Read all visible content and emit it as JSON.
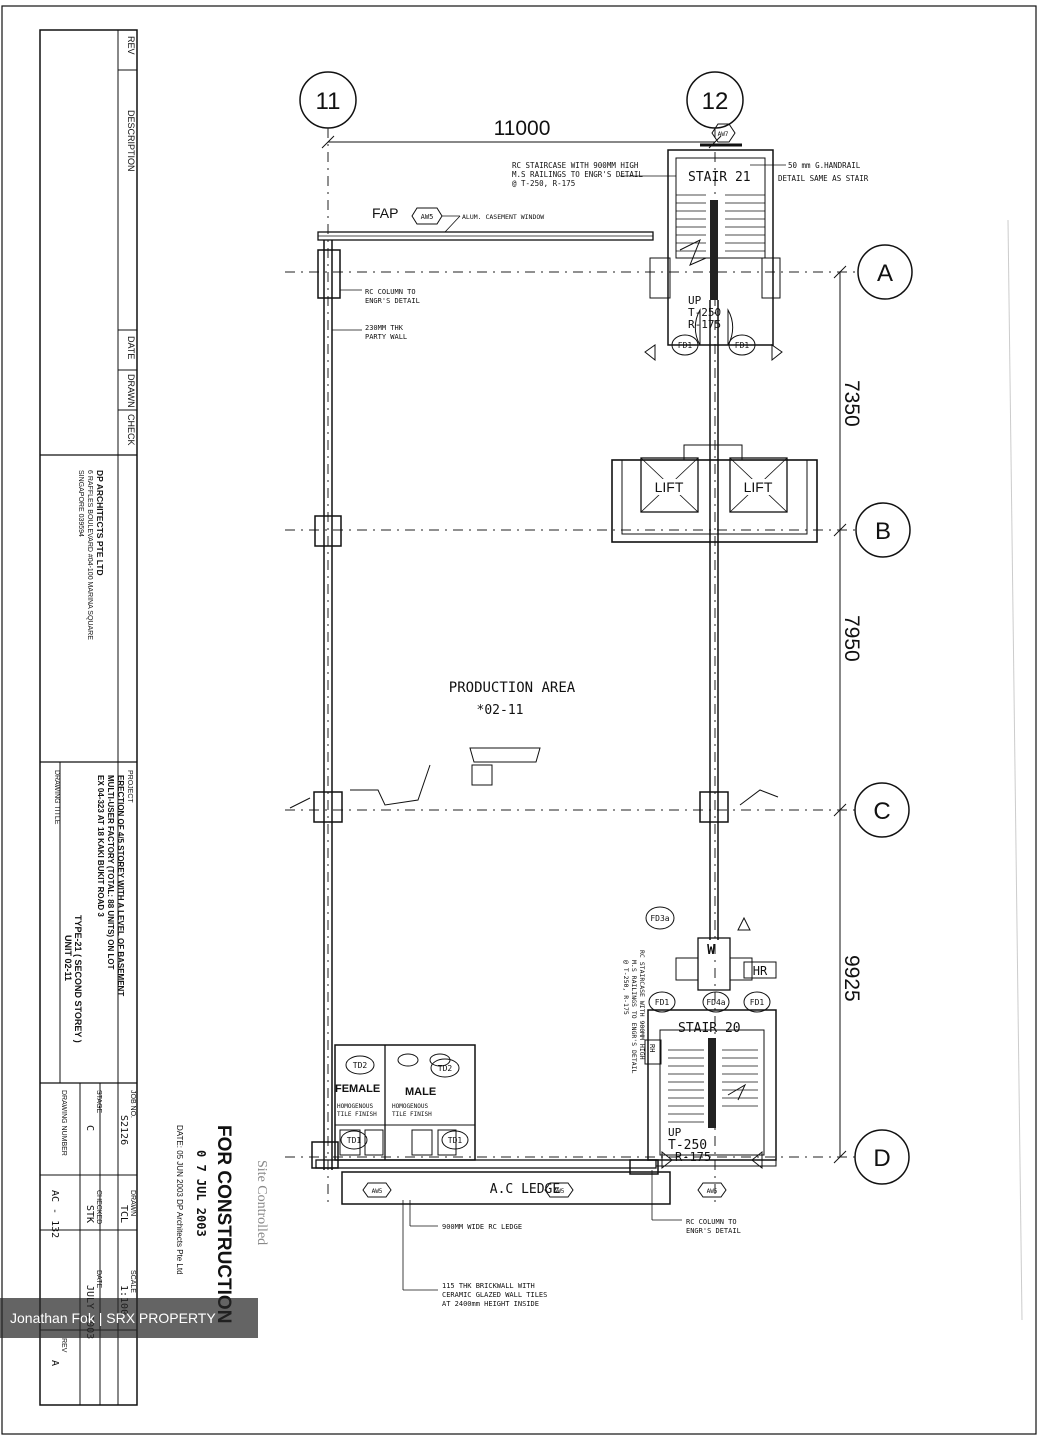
{
  "grid": {
    "col_11": "11",
    "col_12": "12",
    "row_a": "A",
    "row_b": "B",
    "row_c": "C",
    "row_d": "D",
    "dim_top": "11000",
    "dim_ab": "7350",
    "dim_bc": "7950",
    "dim_cd": "9925"
  },
  "plan": {
    "production_area": "PRODUCTION AREA",
    "unit_no": "*02-11",
    "lift_1": "LIFT",
    "lift_2": "LIFT",
    "stair_21": "STAIR 21",
    "stair_20": "STAIR 20",
    "fap": "FAP",
    "aw5": "AW5",
    "aw7": "AW7",
    "alum_window": "ALUM. CASEMENT WINDOW",
    "rc_staircase_top_1": "RC STAIRCASE WITH 900MM HIGH",
    "rc_staircase_top_2": "M.S RAILINGS TO ENGR'S DETAIL",
    "rc_staircase_top_3": "@ T-250, R-175",
    "handrail_1": "50 mm G.HANDRAIL",
    "handrail_2": "DETAIL SAME AS STAIR",
    "rc_column_1": "RC COLUMN TO",
    "rc_column_2": "ENGR'S DETAIL",
    "party_wall_1": "230MM THK",
    "party_wall_2": "PARTY WALL",
    "up_top_1": "UP",
    "up_top_2": "T-250",
    "up_top_3": "R-175",
    "up_bot_1": "UP",
    "up_bot_2": "T-250",
    "up_bot_3": "R-175",
    "fd1": "FD1",
    "fd3a": "FD3a",
    "fd4a": "FD4a",
    "td1": "TD1",
    "td2": "TD2",
    "hr": "HR",
    "w": "W",
    "rh": "RH",
    "female": "FEMALE",
    "male": "MALE",
    "homogenous_1": "HOMOGENOUS",
    "homogenous_2": "TILE FINISH",
    "ac_ledge": "A.C LEDGE",
    "ledge_note": "900MM WIDE RC LEDGE",
    "brick_note_1": "115 THK BRICKWALL WITH",
    "brick_note_2": "CERAMIC GLAZED WALL TILES",
    "brick_note_3": "AT 2400mm HEIGHT INSIDE",
    "rc_col_bot_1": "RC COLUMN TO",
    "rc_col_bot_2": "ENGR'S DETAIL",
    "rc_stair_bot_1": "RC STAIRCASE WITH 900MM HIGH",
    "rc_stair_bot_2": "M.S RAILINGS TO ENGR'S DETAIL",
    "rc_stair_bot_3": "@ T-250, R-175",
    "site_controlled": "Site Controlled"
  },
  "title_block": {
    "rev": "REV",
    "description": "DESCRIPTION",
    "date": "DATE",
    "drawn": "DRAWN",
    "check": "CHECK",
    "architect_1": "DP ARCHITECTS PTE LTD",
    "architect_2": "6 RAFFLES BOULEVARD #04-100 MARINA SQUARE",
    "architect_3": "SINGAPORE 039594",
    "project_label": "PROJECT",
    "project_1": "ERECTION OF 4/5 STOREY WITH A LEVEL OF BASEMENT",
    "project_2": "MULTI-USER FACTORY (TOTAL: 88 UNITS) ON LOT",
    "project_3": "EX 04-323 AT 18 KAKI BUKIT ROAD 3",
    "drawing_title_label": "DRAWING TITLE",
    "drawing_title_1": "TYPE-21 ( SECOND STOREY )",
    "drawing_title_2": "UNIT 02-11",
    "job_no_label": "JOB NO.",
    "job_no": "S2126",
    "drawn_label": "DRAWN",
    "drawn_by": "TCL",
    "scale_label": "SCALE",
    "scale": "1:100",
    "stage_label": "STAGE",
    "stage": "C",
    "checked_label": "CHECKED",
    "checked": "STK",
    "date_label": "DATE",
    "date_val": "JULY 2003",
    "drawing_number_label": "DRAWING NUMBER",
    "drawing_number": "AC - 132",
    "rev_label": "REV",
    "rev_val": "A",
    "for_construction": "FOR CONSTRUCTION",
    "stamp_date": "0 7 JUL 2003",
    "stamp_line": "DATE: 05 JUN 2003 DP Architects Pte Ltd"
  },
  "watermark": "Jonathan Fok | SRX PROPERTY"
}
